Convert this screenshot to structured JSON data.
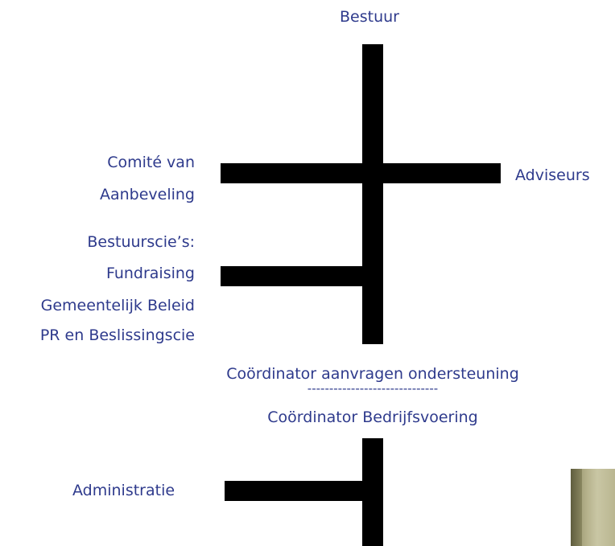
{
  "org_chart": {
    "top": "Bestuur",
    "left_branch_1": [
      "Comité van",
      "Aanbeveling"
    ],
    "right_branch_1": "Adviseurs",
    "left_branch_2": [
      "Bestuurscie’s:",
      "Fundraising",
      "Gemeentelijk Beleid",
      "PR en Beslissingscie"
    ],
    "middle": {
      "line1": "Coördinator aanvragen ondersteuning",
      "separator": "------------------------------",
      "line2": "Coördinator Bedrijfsvoering"
    },
    "left_branch_3": "Administratie"
  },
  "colors": {
    "text": "#2e3a8c",
    "lines": "#000000"
  }
}
